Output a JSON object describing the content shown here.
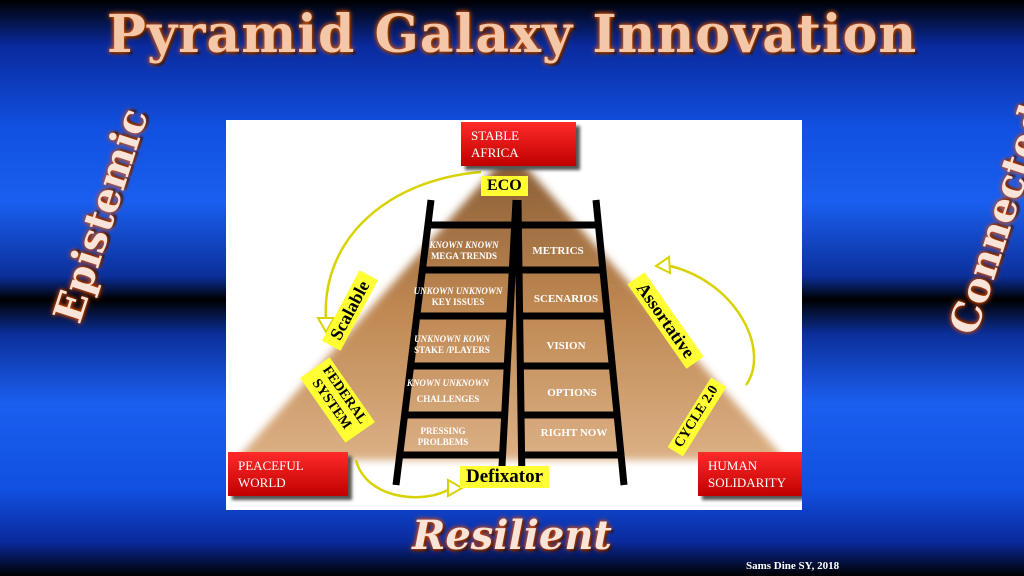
{
  "slide": {
    "title": "Pyramid Galaxy Innovation",
    "left_word": "Epistemic",
    "right_word": "Connected",
    "bottom_word": "Resilient",
    "credit": "Sams Dine SY, 2018"
  },
  "diagram": {
    "top_box": [
      "STABLE",
      "AFRICA"
    ],
    "bottom_left_box": [
      "PEACEFUL",
      "WORLD"
    ],
    "bottom_right_box": [
      "HUMAN",
      "SOLIDARITY"
    ],
    "eco": "ECO",
    "defixator": "Defixator",
    "scalable": "Scalable",
    "assortative": "Assortative",
    "federal_system": [
      "FEDERAL",
      "SYSTEM"
    ],
    "cycle": "CYCLE 2.0",
    "left_steps": [
      {
        "line1": "KNOWN  KNOWN",
        "line2": "MEGA TRENDS"
      },
      {
        "line1": "UNKOWN  UNKNOWN",
        "line2": "KEY ISSUES"
      },
      {
        "line1": "UNKNOWN  KOWN",
        "line2": "STAKE /PLAYERS"
      },
      {
        "line1": "KNOWN  UNKNOWN",
        "line2": "CHALLENGES"
      },
      {
        "line1": "",
        "line2": "PRESSING PROLBEMS"
      }
    ],
    "right_steps": [
      "METRICS",
      "SCENARIOS",
      "VISION",
      "OPTIONS",
      "RIGHT NOW"
    ]
  }
}
